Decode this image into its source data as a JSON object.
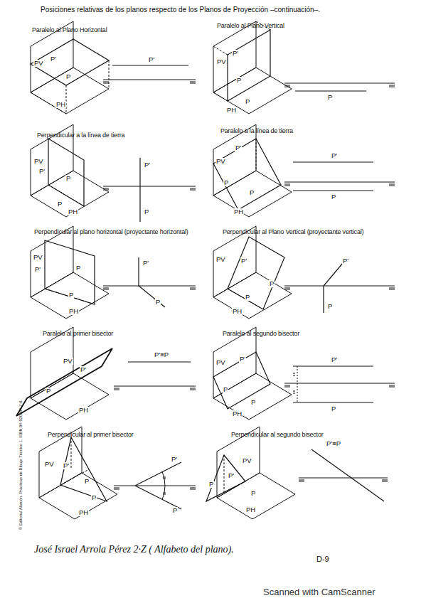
{
  "diagram": {
    "title": "Posiciones relativas de los planos respecto de los Planos de Proyección –continuación–.",
    "labels": [
      "Paralelo al Plano Horizontal",
      "PV",
      "P'",
      "P",
      "PH",
      "P'",
      "Paralelo al Plano Vertical",
      "PV",
      "P'",
      "P",
      "P",
      "PH",
      "P",
      "Perpendicular a la línea de tierra",
      "PV",
      "P'",
      "P",
      "P",
      "PH",
      "P'",
      "P",
      "Paralelo a la línea de tierra",
      "PV",
      "P'",
      "P",
      "P",
      "PH",
      "P'",
      "P",
      "Perpendicular al plano horizontal (proyectante horizontal)",
      "PV",
      "P'",
      "P",
      "P",
      "PH",
      "P'",
      "P",
      "Perpendicular al Plano Vertical (proyectante vertical)",
      "PV",
      "P'",
      "P",
      "P",
      "PH",
      "P'",
      "P",
      "Paralelo al primer bisector",
      "PV",
      "P'",
      "P",
      "PH",
      "P'≡P",
      "Paralelo al segundo bisector",
      "PV",
      "P'",
      "P",
      "P",
      "PH",
      "P'",
      "P",
      "Perpendicular al primer bisector",
      "PV",
      "P'",
      "P",
      "P",
      "PH",
      "P'",
      "P",
      "Perpendicular al segundo bisector",
      "PV",
      "P'",
      "P",
      "P",
      "PH",
      "P'≡P",
      "José Israel Arrola Pérez 2·Z ( Alfabeto del plano).",
      "D-9",
      "Scanned with CamScanner",
      "© Editorial Alarcón. Prácticas de Dibujo Técnico 1. ISBN 84-920584-7-6."
    ]
  }
}
